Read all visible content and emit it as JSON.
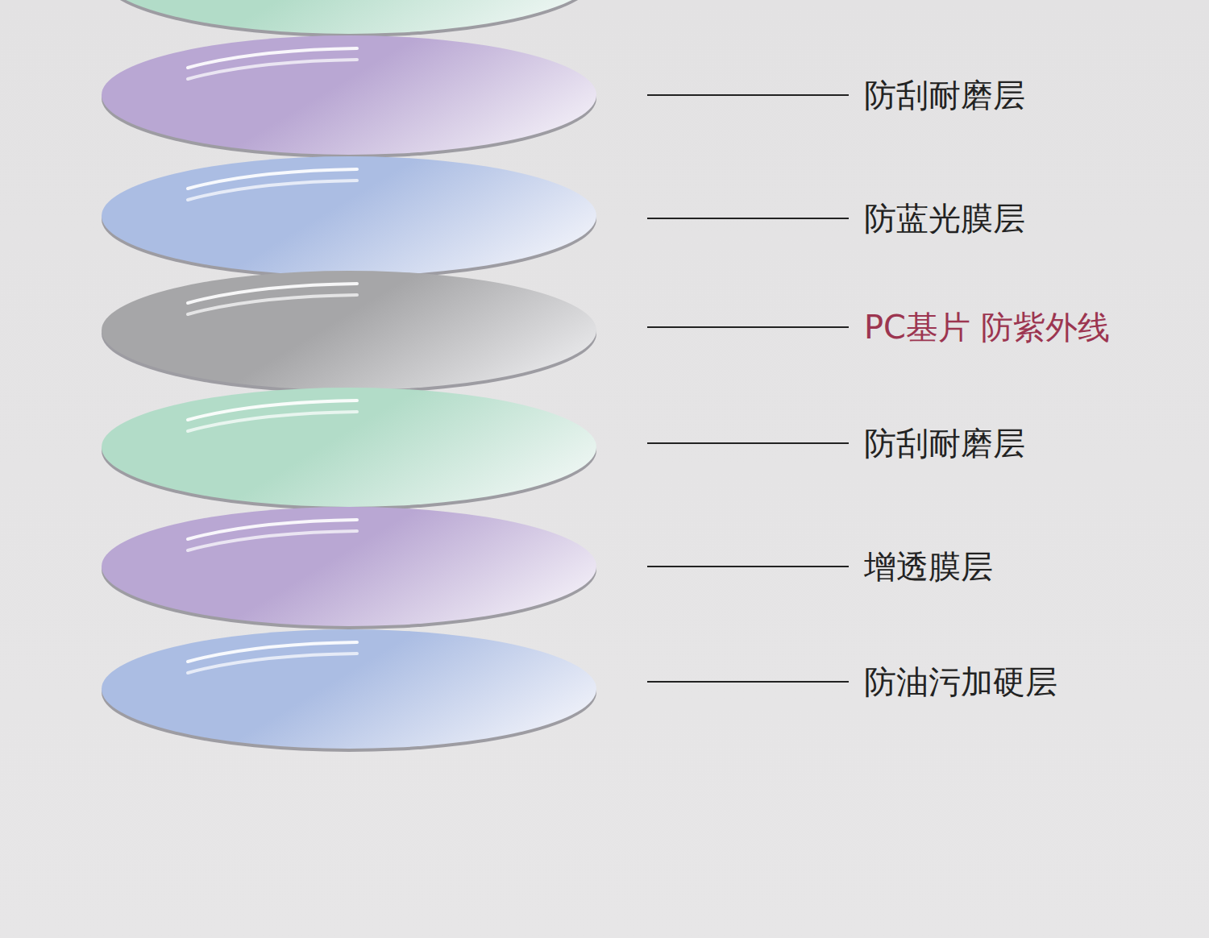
{
  "diagram": {
    "labels": [
      "防刮耐磨层",
      "防蓝光膜层",
      "PC基片 防紫外线",
      "防刮耐磨层",
      "增透膜层",
      "防油污加硬层"
    ]
  }
}
